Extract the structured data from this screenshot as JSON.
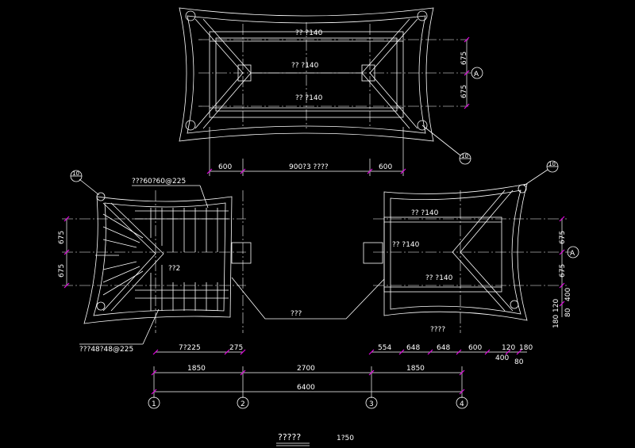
{
  "drawing": {
    "title": "?????",
    "scale": "1?50",
    "colors": {
      "background": "#000000",
      "line": "#ffffff",
      "tick": "#e000e0",
      "accent": "#00c000"
    }
  },
  "top_plan": {
    "labels": [
      "?? ?140",
      "?? ?140",
      "?? ?140"
    ],
    "dims_bottom": [
      "600",
      "900?3 ????",
      "600"
    ],
    "dims_right": [
      "675",
      "675"
    ],
    "axis": "A",
    "section_mark": "10"
  },
  "left_plan": {
    "label_top": "???60?60@225",
    "label_center": "??2",
    "label_bottom": "???48?48@225",
    "dims_left": [
      "675",
      "675"
    ],
    "dims_bottom": [
      "7?225",
      "275"
    ],
    "section_mark": "10"
  },
  "right_plan": {
    "labels": [
      "?? ?140",
      "?? ?140",
      "?? ?140"
    ],
    "label_bottom": "????",
    "dims_bottom": [
      "554",
      "648",
      "648",
      "600",
      "120",
      "180"
    ],
    "dims_bottom2": [
      "400",
      "80"
    ],
    "dims_right": [
      "675",
      "675",
      "400",
      "120",
      "180",
      "80"
    ],
    "axis": "A",
    "section_mark": "10"
  },
  "middle_label": "???",
  "overall": {
    "dims_row1": [
      "1850",
      "2700",
      "1850"
    ],
    "dims_row2": [
      "6400"
    ],
    "axes": [
      "1",
      "2",
      "3",
      "4"
    ]
  }
}
